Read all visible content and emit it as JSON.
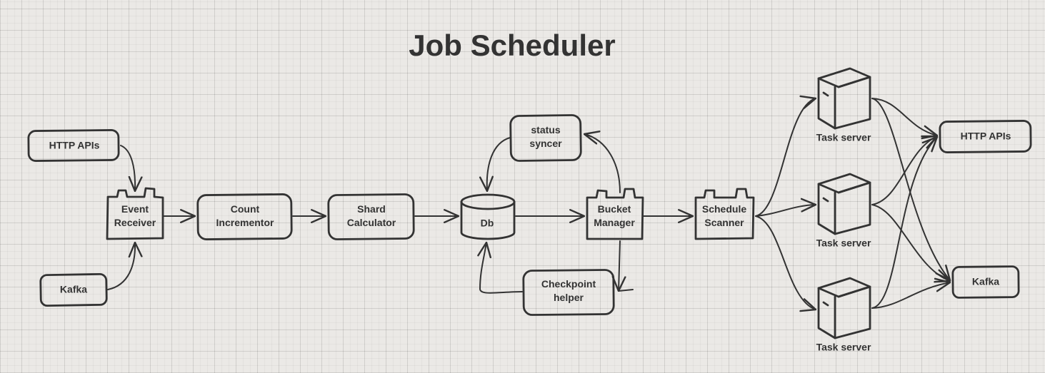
{
  "title": "Job Scheduler",
  "nodes": {
    "http_apis_in": "HTTP APIs",
    "kafka_in": "Kafka",
    "event_receiver": "Event\nReceiver",
    "count_incrementor": "Count\nIncrementor",
    "shard_calculator": "Shard\nCalculator",
    "db": "Db",
    "status_syncer": "status\nsyncer",
    "checkpoint_helper": "Checkpoint\nhelper",
    "bucket_manager": "Bucket\nManager",
    "schedule_scanner": "Schedule\nScanner",
    "task_server_1": "Task server",
    "task_server_2": "Task server",
    "task_server_3": "Task server",
    "http_apis_out": "HTTP APIs",
    "kafka_out": "Kafka"
  }
}
